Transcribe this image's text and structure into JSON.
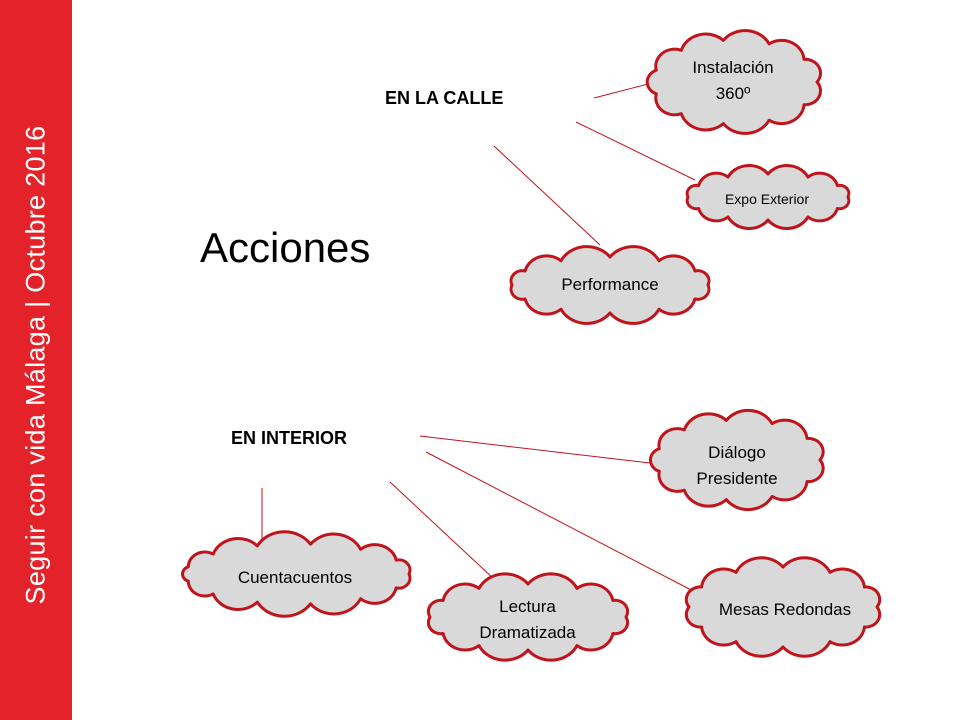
{
  "sidebar": {
    "text": "Seguir con vida Málaga  |  Octubre 2016"
  },
  "diagram": {
    "title": "Acciones",
    "groups": {
      "calle": "EN LA CALLE",
      "interior": "EN INTERIOR"
    },
    "nodes": {
      "instalacion": {
        "line1": "Instalación",
        "line2": "360º"
      },
      "expo": {
        "line1": "Expo Exterior"
      },
      "performance": {
        "line1": "Performance"
      },
      "dialogo": {
        "line1": "Diálogo",
        "line2": "Presidente"
      },
      "mesas": {
        "line1": "Mesas Redondas"
      },
      "lectura": {
        "line1": "Lectura",
        "line2": "Dramatizada"
      },
      "cuentacuentos": {
        "line1": "Cuentacuentos"
      }
    }
  },
  "colors": {
    "sidebar": "#e3222a",
    "cloud_fill": "#d9d9d9",
    "cloud_stroke": "#c0141c",
    "connector": "#c0141c"
  }
}
